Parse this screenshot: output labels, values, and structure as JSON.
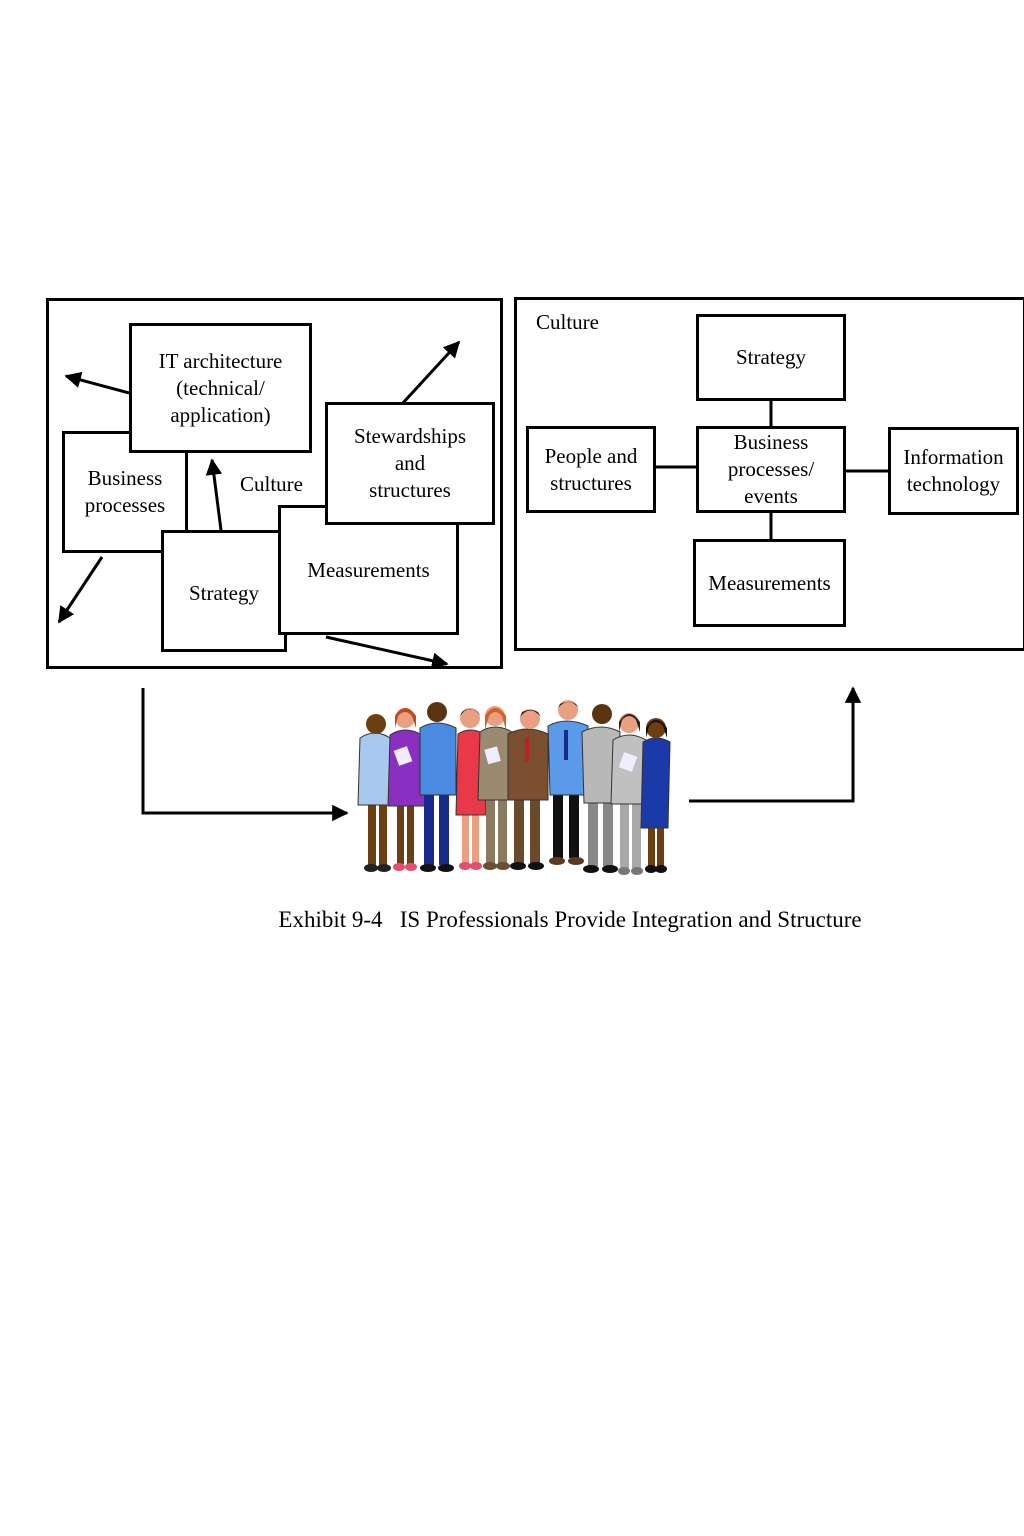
{
  "left_panel": {
    "it_architecture": "IT architecture\n(technical/\napplication)",
    "business_processes": "Business\nprocesses",
    "culture": "Culture",
    "stewardships": "Stewardships\nand\nstructures",
    "strategy": "Strategy",
    "measurements": "Measurements"
  },
  "right_panel": {
    "culture": "Culture",
    "strategy": "Strategy",
    "people": "People and\nstructures",
    "business_processes": "Business\nprocesses/\nevents",
    "information_technology": "Information\ntechnology",
    "measurements": "Measurements"
  },
  "caption": "Exhibit 9-4   IS Professionals Provide Integration and Structure",
  "colors": {
    "line": "#000000",
    "background": "#ffffff"
  }
}
